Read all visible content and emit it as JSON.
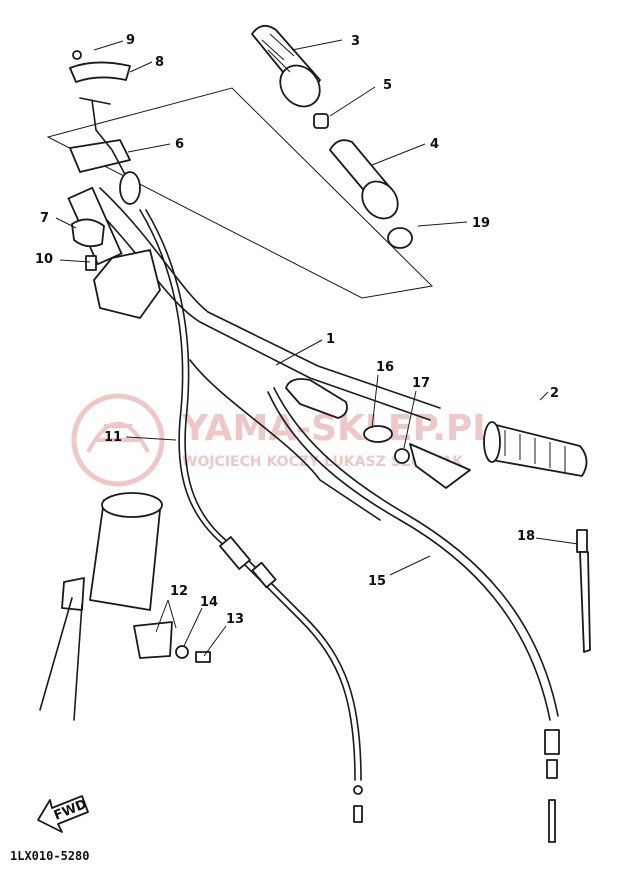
{
  "callouts": {
    "c1": "1",
    "c2": "2",
    "c3": "3",
    "c4": "4",
    "c5": "5",
    "c6": "6",
    "c7": "7",
    "c8": "8",
    "c9": "9",
    "c10": "10",
    "c11": "11",
    "c12": "12",
    "c13": "13",
    "c14": "14",
    "c15": "15",
    "c16": "16",
    "c17": "17",
    "c18": "18",
    "c19": "19"
  },
  "drawing_code": "1LX010-5280",
  "fwd_label": "FWD",
  "watermark": {
    "line1": "YAMA-SKLEP.PL",
    "line2": "WOJCIECH KOCZY LUKASZ SZOSTAK"
  },
  "colors": {
    "line": "#1a1a1a",
    "watermark": "#e8b0b0",
    "background": "#ffffff"
  }
}
